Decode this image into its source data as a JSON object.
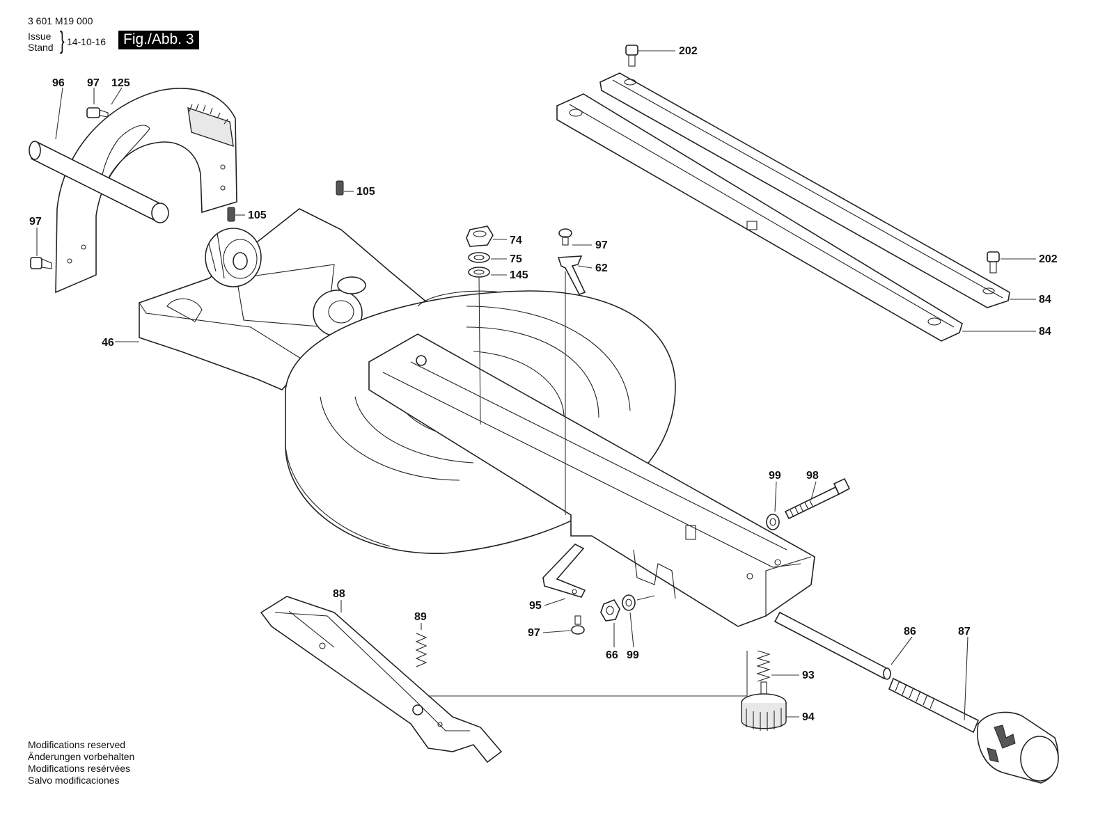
{
  "header": {
    "doc_number": "3 601 M19 000",
    "issue_label": "Issue",
    "stand_label": "Stand",
    "date": "14-10-16",
    "figure": "Fig./Abb. 3"
  },
  "footer_notes": [
    "Modifications reserved",
    "Änderungen vorbehalten",
    "Modifications resérvées",
    "Salvo modificaciones"
  ],
  "callouts": [
    {
      "id": "c96",
      "label": "96"
    },
    {
      "id": "c97a",
      "label": "97"
    },
    {
      "id": "c125",
      "label": "125"
    },
    {
      "id": "c97b",
      "label": "97"
    },
    {
      "id": "c105a",
      "label": "105"
    },
    {
      "id": "c105b",
      "label": "105"
    },
    {
      "id": "c46",
      "label": "46"
    },
    {
      "id": "c74",
      "label": "74"
    },
    {
      "id": "c75",
      "label": "75"
    },
    {
      "id": "c145",
      "label": "145"
    },
    {
      "id": "c97c",
      "label": "97"
    },
    {
      "id": "c62",
      "label": "62"
    },
    {
      "id": "c202a",
      "label": "202"
    },
    {
      "id": "c202b",
      "label": "202"
    },
    {
      "id": "c84a",
      "label": "84"
    },
    {
      "id": "c84b",
      "label": "84"
    },
    {
      "id": "c99a",
      "label": "99"
    },
    {
      "id": "c98",
      "label": "98"
    },
    {
      "id": "c88",
      "label": "88"
    },
    {
      "id": "c89",
      "label": "89"
    },
    {
      "id": "c95",
      "label": "95"
    },
    {
      "id": "c97d",
      "label": "97"
    },
    {
      "id": "c66",
      "label": "66"
    },
    {
      "id": "c99b",
      "label": "99"
    },
    {
      "id": "c86",
      "label": "86"
    },
    {
      "id": "c87",
      "label": "87"
    },
    {
      "id": "c93",
      "label": "93"
    },
    {
      "id": "c94",
      "label": "94"
    }
  ]
}
